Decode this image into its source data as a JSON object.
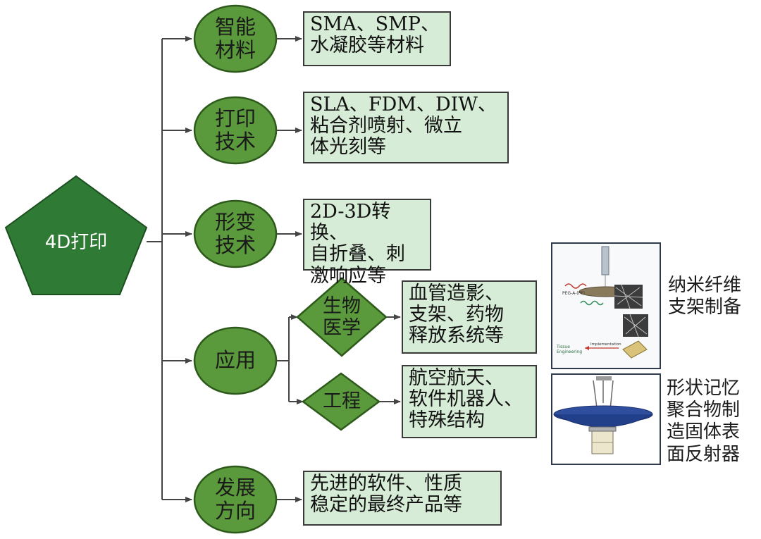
{
  "root": {
    "label": "4D打印"
  },
  "categories": [
    {
      "name": "智能\n材料",
      "detail": "SMA、SMP、\n水凝胶等材料"
    },
    {
      "name": "打印\n技术",
      "detail": "SLA、FDM、DIW、\n粘合剂喷射、微立\n体光刻等"
    },
    {
      "name": "形变\n技术",
      "detail": "2D-3D转换、\n自折叠、刺\n激响应等"
    },
    {
      "name": "应用"
    },
    {
      "name": "发展\n方向",
      "detail": "先进的软件、性质\n稳定的最终产品等"
    }
  ],
  "applications": [
    {
      "name": "生物\n医学",
      "detail": "血管造影、\n支架、药物\n释放系统等",
      "example_caption": "纳米纤维\n支架制备"
    },
    {
      "name": "工程",
      "detail": "航空航天、\n软件机器人、\n特殊结构",
      "example_caption": "形状记忆\n聚合物制\n造固体表\n面反射器"
    }
  ],
  "figure_labels": {
    "scaffold_inset_1": "PEG-A-(PF)",
    "scaffold_inset_2": "Tissue\nEngineering",
    "scaffold_inset_3": "Implementation"
  },
  "colors": {
    "node_fill": "#5a9a3c",
    "node_stroke": "#2d5a1b",
    "root_fill": "#2f7a34",
    "box_fill": "#d6ecd6",
    "line": "#444444"
  }
}
